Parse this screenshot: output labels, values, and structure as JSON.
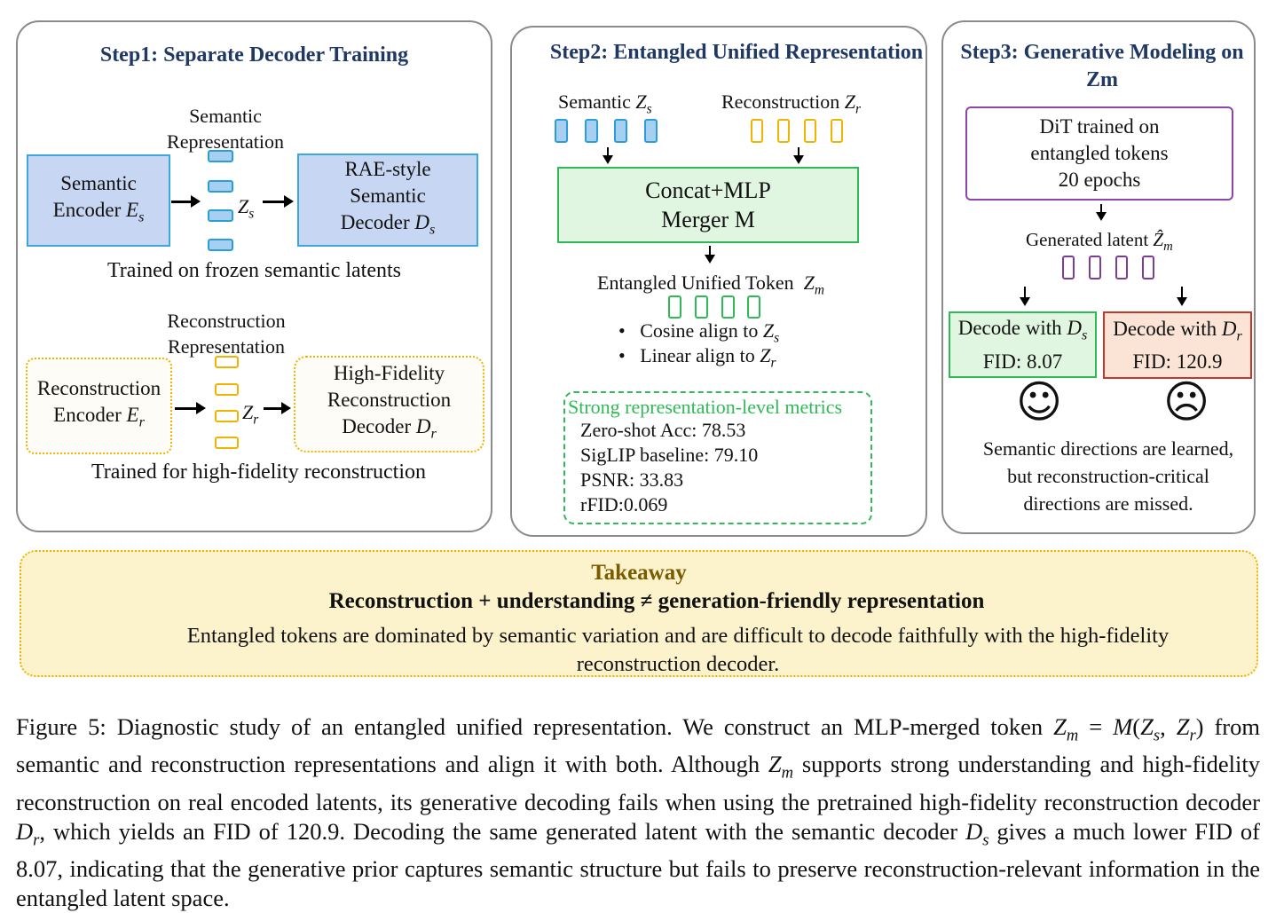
{
  "step1": {
    "title": "Step1: Separate Decoder Training",
    "sem_repr_label_1": "Semantic",
    "sem_repr_label_2": "Representation",
    "sem_encoder_1": "Semantic",
    "sem_encoder_2": "Encoder",
    "sem_encoder_var": "E",
    "sem_encoder_sub": "s",
    "zs_var": "Z",
    "zs_sub": "s",
    "rae_1": "RAE-style",
    "rae_2": "Semantic",
    "rae_3": "Decoder",
    "rae_var": "D",
    "rae_sub": "s",
    "frozen_text": "Trained on frozen semantic latents",
    "rec_repr_label_1": "Reconstruction",
    "rec_repr_label_2": "Representation",
    "rec_encoder_1": "Reconstruction",
    "rec_encoder_2": "Encoder",
    "rec_encoder_var": "E",
    "rec_encoder_sub": "r",
    "zr_var": "Z",
    "zr_sub": "r",
    "hf_1": "High-Fidelity",
    "hf_2": "Reconstruction",
    "hf_3": "Decoder",
    "hf_var": "D",
    "hf_sub": "r",
    "hf_text": "Trained for high-fidelity reconstruction"
  },
  "step2": {
    "title": "Step2: Entangled Unified Representation",
    "semantic_label": "Semantic",
    "semantic_var": "Z",
    "semantic_sub": "s",
    "recon_label": "Reconstruction",
    "recon_var": "Z",
    "recon_sub": "r",
    "merger_1": "Concat+MLP",
    "merger_2": "Merger M",
    "token_label": "Entangled Unified Token",
    "token_var": "Z",
    "token_sub": "m",
    "bullet_1": "Cosine align to",
    "bullet_1_var": "Z",
    "bullet_1_sub": "s",
    "bullet_2": "Linear align to",
    "bullet_2_var": "Z",
    "bullet_2_sub": "r",
    "metrics_title": "Strong representation-level metrics",
    "metrics": [
      "Zero-shot Acc: 78.53",
      "SigLIP baseline: 79.10",
      "PSNR: 33.83",
      "rFID:0.069"
    ]
  },
  "step3": {
    "title_1": "Step3: Generative Modeling on",
    "title_2": "Zm",
    "dit_1": "DiT trained on",
    "dit_2": "entangled tokens",
    "dit_3": "20 epochs",
    "gen_label": "Generated latent",
    "gen_var": "Ẑ",
    "gen_sub": "m",
    "decode_s_1": "Decode with",
    "decode_s_var": "D",
    "decode_s_sub": "s",
    "decode_s_fid": "FID: 8.07",
    "decode_r_1": "Decode with",
    "decode_r_var": "D",
    "decode_r_sub": "r",
    "decode_r_fid": "FID: 120.9",
    "happy_face": "☺",
    "sad_face": "☹",
    "note_1": "Semantic directions are learned,",
    "note_2": "but reconstruction-critical",
    "note_3": "directions are missed."
  },
  "takeaway": {
    "title": "Takeaway",
    "headline": "Reconstruction + understanding ≠ generation-friendly representation",
    "body_1": "Entangled tokens are dominated by semantic variation and are difficult to decode faithfully with the high-fidelity",
    "body_2": "reconstruction decoder."
  },
  "caption": {
    "p1": "Figure 5: Diagnostic study of an entangled unified representation. We construct an MLP-merged token ",
    "m1": "Z",
    "m1_sub": "m",
    "p2": " = ",
    "m2": "M",
    "p3": "(",
    "m3": "Z",
    "m3_sub": "s",
    "p4": ", ",
    "m4": "Z",
    "m4_sub": "r",
    "p5": ") from semantic and reconstruction representations and align it with both. Although ",
    "m5": "Z",
    "m5_sub": "m",
    "p6": " supports strong understanding and high-fidelity reconstruction on real encoded latents, its generative decoding fails when using the pretrained high-fidelity reconstruction decoder ",
    "m6": "D",
    "m6_sub": "r",
    "p7": ", which yields an FID of 120.9. Decoding the same generated latent with the semantic decoder ",
    "m7": "D",
    "m7_sub": "s",
    "p8": " gives a much lower FID of 8.07, indicating that the generative prior captures semantic structure but fails to preserve reconstruction-relevant information in the entangled latent space."
  }
}
